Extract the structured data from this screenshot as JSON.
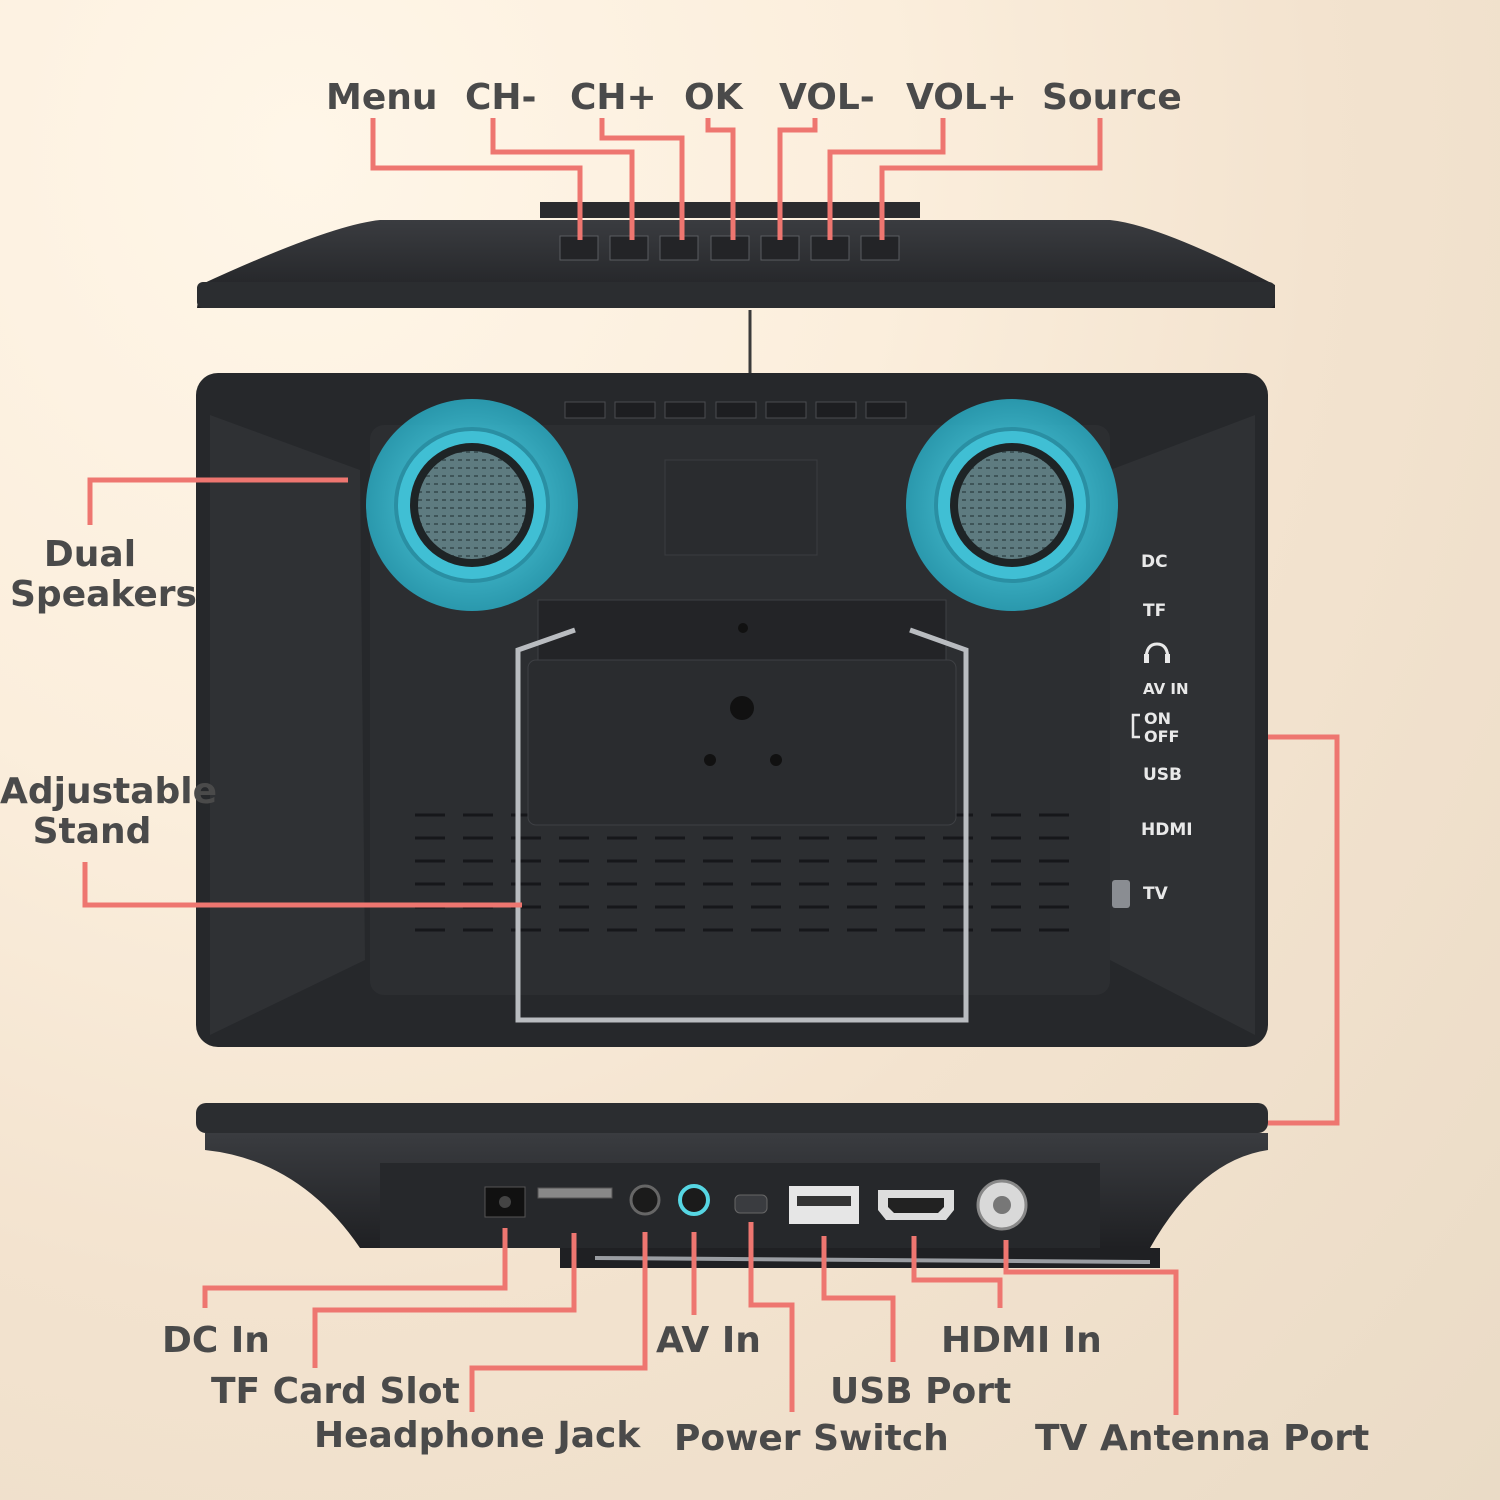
{
  "top_buttons": {
    "menu": "Menu",
    "ch_minus": "CH-",
    "ch_plus": "CH+",
    "ok": "OK",
    "vol_minus": "VOL-",
    "vol_plus": "VOL+",
    "source": "Source"
  },
  "side_labels": {
    "dual_speakers": "Dual\nSpeakers",
    "adjustable_stand": "Adjustable\nStand"
  },
  "side_ports": {
    "dc": "DC",
    "tf": "TF",
    "av_in": "AV IN",
    "on": "ON",
    "off": "OFF",
    "usb": "USB",
    "hdmi": "HDMI",
    "tv": "TV"
  },
  "bottom_ports": {
    "dc_in": "DC In",
    "tf_card_slot": "TF Card Slot",
    "headphone_jack": "Headphone Jack",
    "av_in": "AV In",
    "power_switch": "Power Switch",
    "usb_port": "USB Port",
    "hdmi_in": "HDMI In",
    "tv_antenna_port": "TV Antenna Port"
  },
  "colors": {
    "callout_line": "#ee7670",
    "device_body": "#2b2d30",
    "speaker_glow": "#4fd3e8",
    "label_text": "#4a4a4a"
  }
}
